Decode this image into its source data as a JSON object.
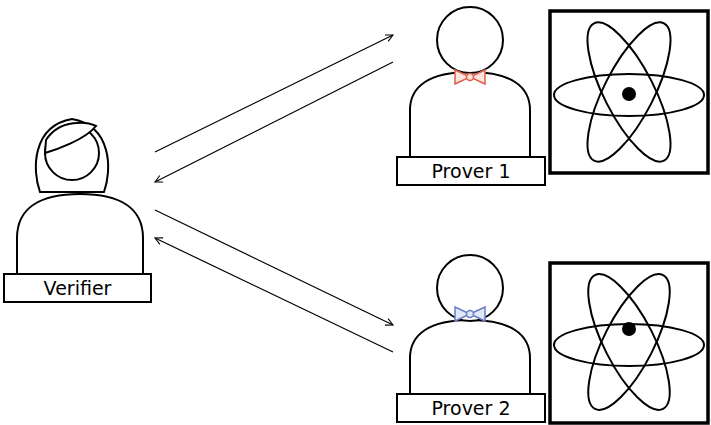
{
  "diagram": {
    "nodes": [
      {
        "text": [
          "Verifier"
        ]
      },
      {
        "text": [
          "Prover 1"
        ]
      },
      {
        "text": [
          "Prover 2"
        ]
      }
    ],
    "edges": [
      {
        "from": 0,
        "to": 1,
        "arrow": "to"
      },
      {
        "from": 1,
        "to": 0,
        "arrow": "to"
      },
      {
        "from": 0,
        "to": 2,
        "arrow": "to"
      },
      {
        "from": 2,
        "to": 0,
        "arrow": "to"
      }
    ]
  }
}
